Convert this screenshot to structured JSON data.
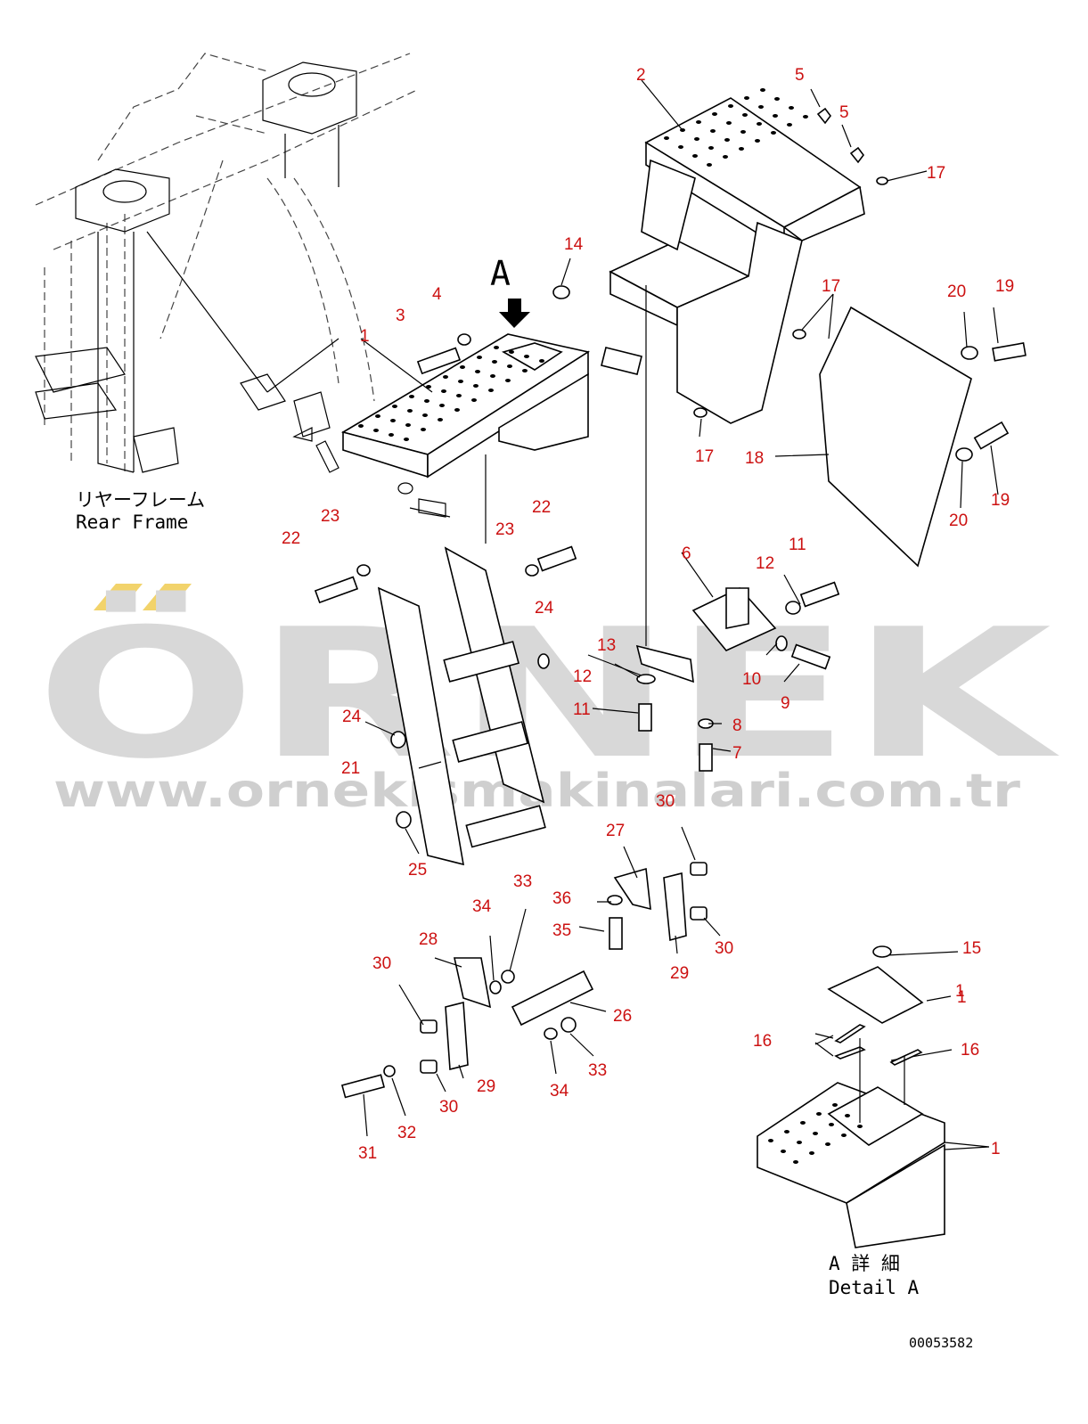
{
  "watermark": {
    "brand": "ÖRNEK",
    "url": "www.ornekismakinalari.com.tr",
    "color": "#d8d8d8",
    "accent": "#f2d36b"
  },
  "labels": {
    "view_marker": "A",
    "rear_frame_jp": "リヤーフレーム",
    "rear_frame_en": "Rear Frame",
    "detail_jp": "A 詳 細",
    "detail_en": "Detail A",
    "drawing_number": "00053582"
  },
  "callouts": [
    "1",
    "2",
    "3",
    "4",
    "5",
    "5",
    "14",
    "17",
    "17",
    "17",
    "20",
    "19",
    "1",
    "18",
    "19",
    "20",
    "22",
    "23",
    "23",
    "22",
    "6",
    "11",
    "12",
    "24",
    "13",
    "12",
    "10",
    "9",
    "11",
    "8",
    "7",
    "24",
    "21",
    "25",
    "30",
    "27",
    "33",
    "34",
    "36",
    "35",
    "30",
    "28",
    "30",
    "29",
    "26",
    "29",
    "33",
    "34",
    "30",
    "32",
    "31",
    "15",
    "1",
    "16",
    "16",
    "1"
  ],
  "colors": {
    "callout": "#cc1111",
    "line": "#000000"
  }
}
